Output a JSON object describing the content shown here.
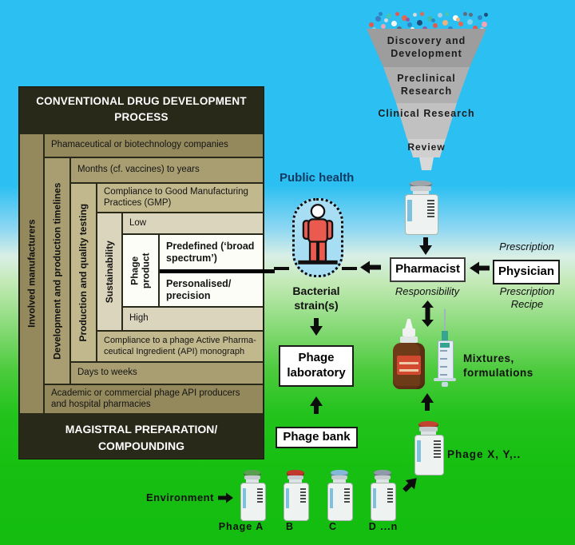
{
  "left_panel": {
    "title_top": "CONVENTIONAL DRUG DEVELOPMENT PROCESS",
    "title_bottom": "MAGISTRAL PREPARATION/ COMPOUNDING",
    "rows": {
      "manufacturers_col": "Involved manufacturers",
      "companies": "Phamaceutical or biotechnology companies",
      "timelines_col": "Development and production timelines",
      "months": "Months (cf. vaccines) to years",
      "testing_col": "Production and quality testing",
      "gmp": "Compliance to Good Manufacturing Practices (GMP)",
      "sustain_col": "Sustainability",
      "low": "Low",
      "phage_product_col": "Phage product",
      "predefined": "Predefined (‘broad spectrum’)",
      "personalised": "Personalised/ precision",
      "high": "High",
      "api": "Compliance to a phage Active Pharma-ceutical Ingredient (API) monograph",
      "days": "Days to weeks",
      "academic": "Academic or commercial phage API producers and hospital pharmacies"
    }
  },
  "funnel": {
    "labels": [
      "Discovery and Development",
      "Preclinical Research",
      "Clinical Research",
      "Review"
    ],
    "segment_colors": [
      "#9d9d9d",
      "#afafaf",
      "#c1c1c1",
      "#d0d0d0"
    ],
    "dots": [
      [
        2,
        14,
        6,
        "#e05a4e"
      ],
      [
        10,
        6,
        7,
        "#3a7fc1"
      ],
      [
        17,
        16,
        6,
        "#f0a4b4"
      ],
      [
        24,
        3,
        6,
        "#49c4ae"
      ],
      [
        30,
        12,
        7,
        "#f5f8f7"
      ],
      [
        37,
        19,
        6,
        "#5d6d7e"
      ],
      [
        43,
        5,
        7,
        "#e2694f"
      ],
      [
        50,
        14,
        6,
        "#2e86c1"
      ],
      [
        57,
        2,
        5,
        "#d5d8dc"
      ],
      [
        62,
        11,
        7,
        "#1f4e79"
      ],
      [
        69,
        19,
        6,
        "#8e5aa8"
      ],
      [
        75,
        6,
        7,
        "#43b9a5"
      ],
      [
        82,
        15,
        6,
        "#e05a4e"
      ],
      [
        88,
        2,
        6,
        "#a9cce3"
      ],
      [
        94,
        11,
        7,
        "#efb27a"
      ],
      [
        101,
        19,
        6,
        "#3a7fc1"
      ],
      [
        107,
        5,
        7,
        "#ffffff"
      ],
      [
        114,
        13,
        6,
        "#e2694f"
      ],
      [
        120,
        1,
        5,
        "#5d6d7e"
      ],
      [
        125,
        10,
        7,
        "#7fd4ea"
      ],
      [
        132,
        18,
        6,
        "#e05a4e"
      ],
      [
        138,
        5,
        6,
        "#2e86c1"
      ],
      [
        143,
        13,
        7,
        "#f0a4b4"
      ],
      [
        146,
        2,
        5,
        "#1f4e79"
      ],
      [
        6,
        20,
        5,
        "#7fd4ea"
      ],
      [
        21,
        9,
        5,
        "#d5d8dc"
      ],
      [
        35,
        1,
        5,
        "#e05a4e"
      ],
      [
        48,
        8,
        5,
        "#8e5aa8"
      ],
      [
        66,
        1,
        5,
        "#e2694f"
      ],
      [
        80,
        9,
        5,
        "#2e86c1"
      ],
      [
        97,
        1,
        5,
        "#49c4ae"
      ],
      [
        111,
        8,
        5,
        "#efb27a"
      ],
      [
        127,
        2,
        5,
        "#5d6d7e"
      ],
      [
        141,
        20,
        5,
        "#a9cce3"
      ],
      [
        14,
        1,
        5,
        "#2e86c1"
      ],
      [
        54,
        20,
        5,
        "#f5f8f7"
      ]
    ]
  },
  "center": {
    "public_health": "Public health",
    "bacterial": "Bacterial strain(s)",
    "phage_lab": "Phage laboratory",
    "phage_bank": "Phage bank"
  },
  "actors": {
    "pharmacist": "Pharmacist",
    "physician": "Physician",
    "prescription": "Prescription",
    "responsibility": "Responsibility",
    "prescription_recipe": "Prescription Recipe"
  },
  "mixtures": "Mixtures, formulations",
  "environment": "Environment",
  "vials": {
    "funnel": {
      "cap": "#9fa6ab"
    },
    "mix": {
      "label": "Phage X, Y,..",
      "cap": "#c44434"
    },
    "bank": [
      {
        "label": "Phage A",
        "cap": "#5a9e50"
      },
      {
        "label": "B",
        "cap": "#c0392b"
      },
      {
        "label": "C",
        "cap": "#85b8d8"
      },
      {
        "label": "D ...n",
        "cap": "#9099a8"
      }
    ]
  },
  "colors": {
    "sky": "#2bbff2",
    "grass": "#14bd10",
    "panel_dark": "#29291a",
    "band1": "#94895c",
    "band2": "#a89e71",
    "band3": "#c2b88d",
    "band4": "#dcd5bd",
    "person_red": "#ea5a4e",
    "capsule_blue": "#a8def3",
    "public_health_text": "#123a63"
  }
}
